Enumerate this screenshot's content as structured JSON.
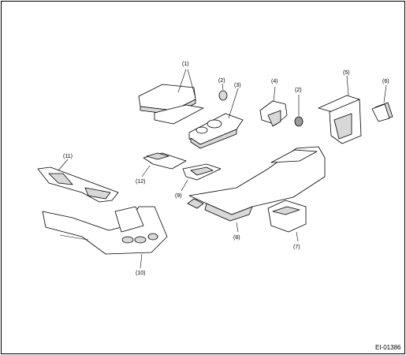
{
  "diagram": {
    "labels": {
      "p1": "(1)",
      "p2a": "(2)",
      "p2b": "(2)",
      "p3": "(3)",
      "p4": "(4)",
      "p5": "(5)",
      "p6": "(6)",
      "p7": "(7)",
      "p8": "(8)",
      "p9": "(9)",
      "p10": "(10)",
      "p11": "(11)",
      "p12": "(12)"
    },
    "figure_code": "EI-01386"
  }
}
